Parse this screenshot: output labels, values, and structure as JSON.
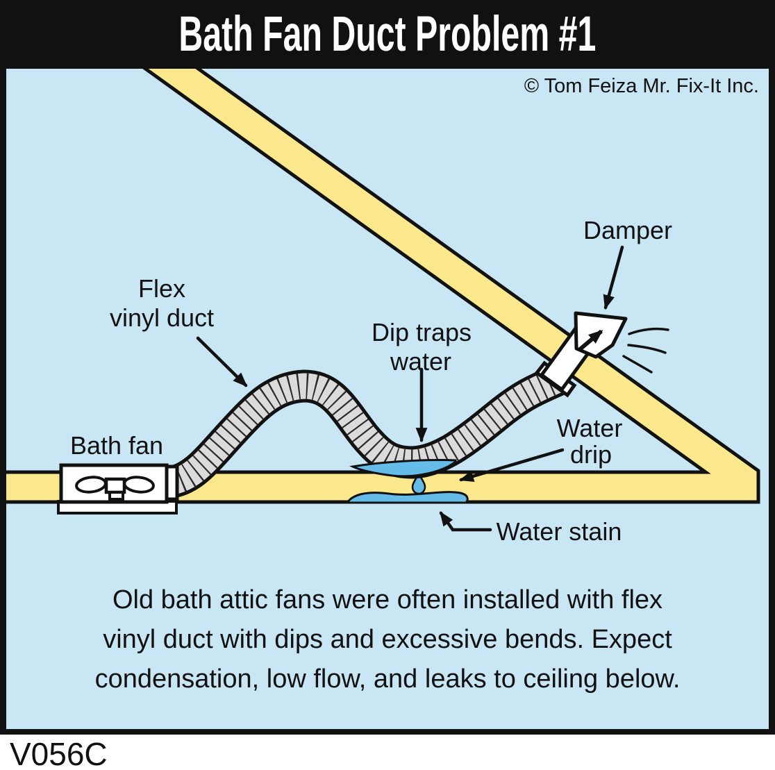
{
  "title": "Bath Fan Duct Problem #1",
  "copyright": "© Tom Feiza Mr. Fix-It Inc.",
  "figure_code": "V056C",
  "labels": {
    "flex1": "Flex",
    "flex2": "vinyl duct",
    "dip1": "Dip traps",
    "dip2": "water",
    "damper": "Damper",
    "bath_fan": "Bath fan",
    "drip1": "Water",
    "drip2": "drip",
    "stain": "Water stain"
  },
  "caption": {
    "line1": "Old bath attic fans were often installed with flex",
    "line2": "vinyl duct with dips and excessive bends. Expect",
    "line3": "condensation, low flow, and leaks to ceiling below."
  },
  "colors": {
    "sky_blue": "#C8E6F4",
    "structure_yellow": "#FBE88C",
    "duct_gray": "#DBDBDB",
    "water_blue": "#66BCE8",
    "ink_black": "#111111",
    "panel_white": "#FFFFFF"
  }
}
